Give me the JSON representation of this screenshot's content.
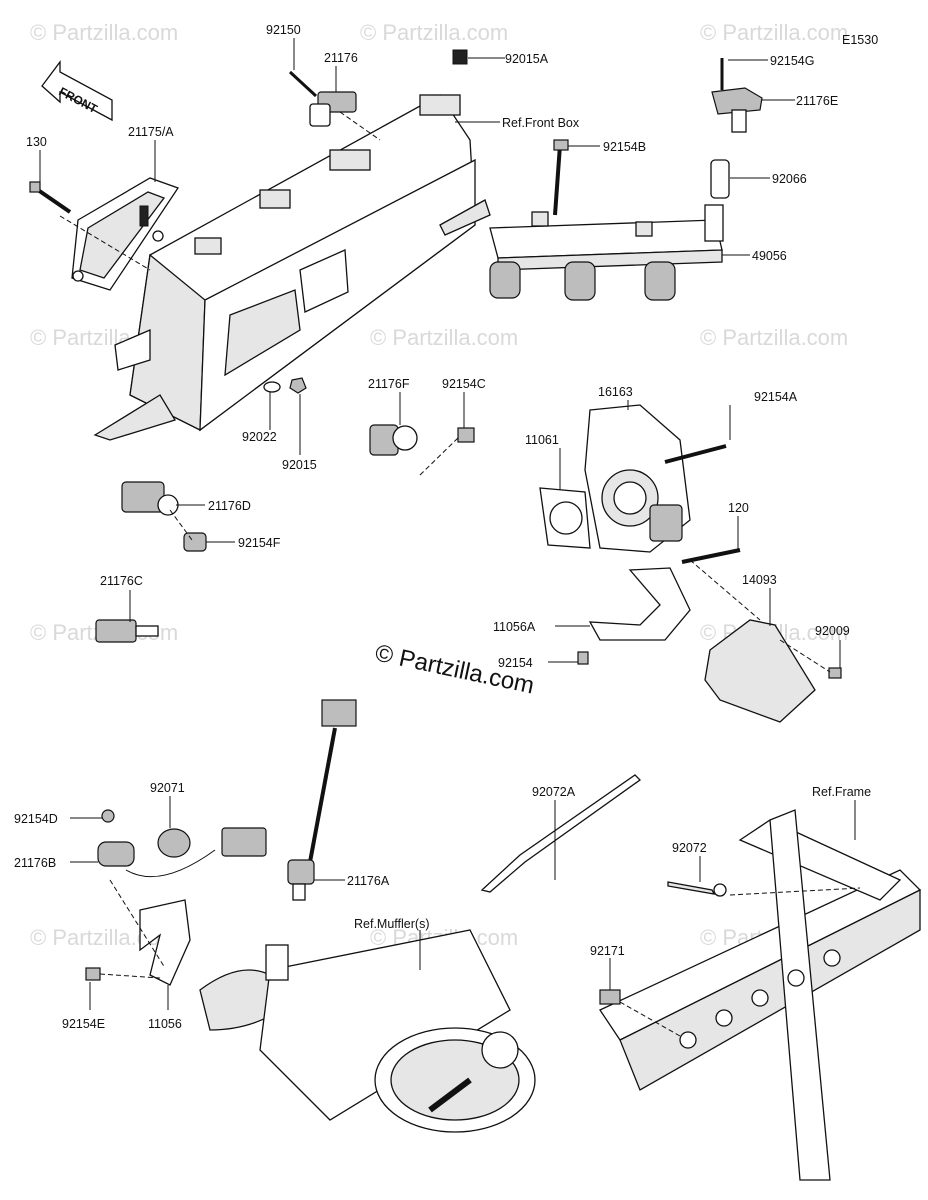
{
  "diagram_code": "E1530",
  "front_label": "FRONT",
  "copyright_center": "© Partzilla.com",
  "watermark_text": "© Partzilla.com",
  "labels": {
    "p92150": "92150",
    "p21176": "21176",
    "p92015A": "92015A",
    "p92154G": "92154G",
    "p21176E": "21176E",
    "p130": "130",
    "p21175A": "21175/A",
    "refFrontBox": "Ref.Front Box",
    "p92154B": "92154B",
    "p92066": "92066",
    "p49056": "49056",
    "p21176F": "21176F",
    "p92154C": "92154C",
    "p16163": "16163",
    "p92154A": "92154A",
    "p11061": "11061",
    "p92022": "92022",
    "p92015": "92015",
    "p21176D": "21176D",
    "p92154F": "92154F",
    "p120": "120",
    "p14093": "14093",
    "p21176C": "21176C",
    "p92009": "92009",
    "p11056A": "11056A",
    "p92154": "92154",
    "p92072A": "92072A",
    "refFrame": "Ref.Frame",
    "p92071": "92071",
    "p92154D": "92154D",
    "p92072": "92072",
    "p21176B": "21176B",
    "p21176A": "21176A",
    "refMufflers": "Ref.Muffler(s)",
    "p92171": "92171",
    "p92154E": "92154E",
    "p11056": "11056"
  }
}
